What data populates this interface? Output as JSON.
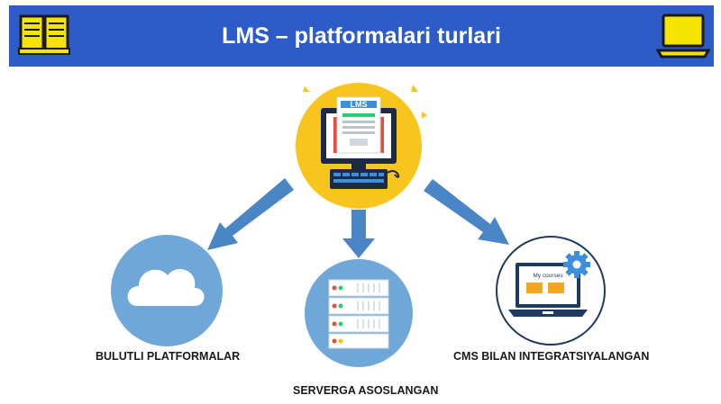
{
  "header": {
    "title": "LMS – platformalari turlari",
    "left_icon": "open-book-icon",
    "right_icon": "laptop-icon",
    "background": "#2d5cc8",
    "icon_color": "#f5e400"
  },
  "center": {
    "icon": "lms-computer-icon",
    "screen_label": "LMS",
    "circle_color": "#f7c51e"
  },
  "arrow_color": "#4a86c5",
  "nodes": [
    {
      "icon": "cloud-icon",
      "label": "BULUTLI PLATFORMALAR"
    },
    {
      "icon": "server-icon",
      "label": "SERVERGA ASOSLANGAN"
    },
    {
      "icon": "cms-laptop-icon",
      "label": "CMS BILAN INTEGRATSIYALANGAN",
      "screen_title": "My courses"
    }
  ]
}
